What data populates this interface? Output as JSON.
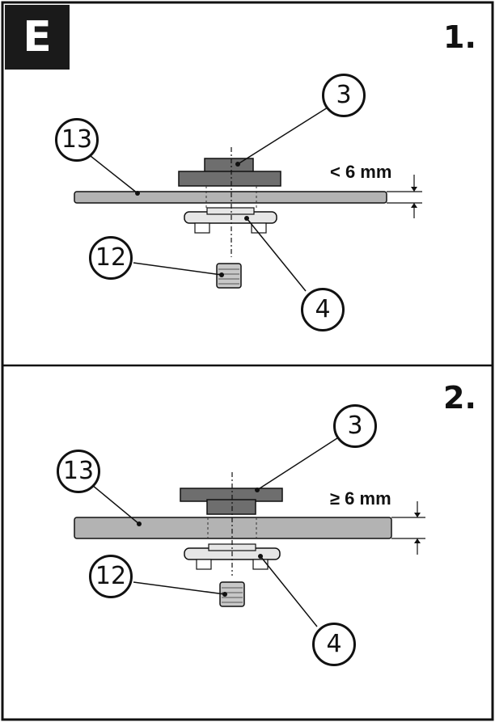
{
  "figure": {
    "badge_letter": "E",
    "panels": [
      {
        "step": "1.",
        "dimension": "< 6 mm",
        "callouts": {
          "c3": "3",
          "c13": "13",
          "c12": "12",
          "c4": "4"
        }
      },
      {
        "step": "2.",
        "dimension": "≥ 6 mm",
        "callouts": {
          "c3": "3",
          "c13": "13",
          "c12": "12",
          "c4": "4"
        }
      }
    ]
  },
  "colors": {
    "frame": "#111111",
    "badge": "#1a1a1a",
    "disc": "#b3b3b3",
    "flange": "#6e6e6e",
    "washer": "#e6e6e6",
    "nut": "#c8c8c8"
  }
}
